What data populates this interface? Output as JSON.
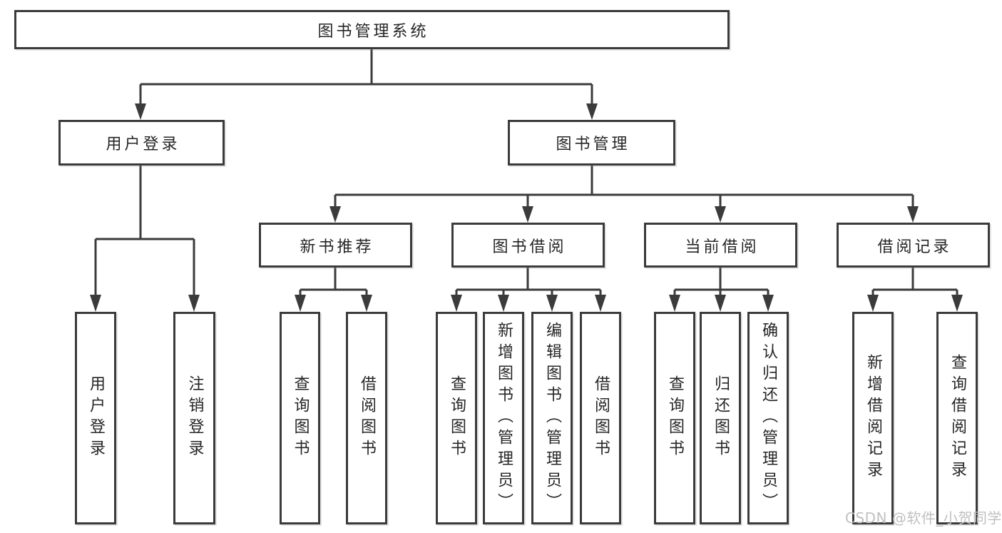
{
  "tree": {
    "label": "图书管理系统",
    "children": [
      {
        "label": "用户登录",
        "children": [
          {
            "label": "用户登录"
          },
          {
            "label": "注销登录"
          }
        ]
      },
      {
        "label": "图书管理",
        "children": [
          {
            "label": "新书推荐",
            "children": [
              {
                "label": "查询图书"
              },
              {
                "label": "借阅图书"
              }
            ]
          },
          {
            "label": "图书借阅",
            "children": [
              {
                "label": "查询图书"
              },
              {
                "label": "新增图书（管理员）"
              },
              {
                "label": "编辑图书（管理员）"
              },
              {
                "label": "借阅图书"
              }
            ]
          },
          {
            "label": "当前借阅",
            "children": [
              {
                "label": "查询图书"
              },
              {
                "label": "归还图书"
              },
              {
                "label": "确认归还（管理员）"
              }
            ]
          },
          {
            "label": "借阅记录",
            "children": [
              {
                "label": "新增借阅记录"
              },
              {
                "label": "查询借阅记录"
              }
            ]
          }
        ]
      }
    ]
  },
  "watermark": {
    "text": "CSDN @软件_小贺同学",
    "color": "#c0c0c0"
  },
  "colors": {
    "line": "#3b3b3b",
    "box_border": "#3b3b3b",
    "text": "#262626",
    "background": "#ffffff"
  }
}
